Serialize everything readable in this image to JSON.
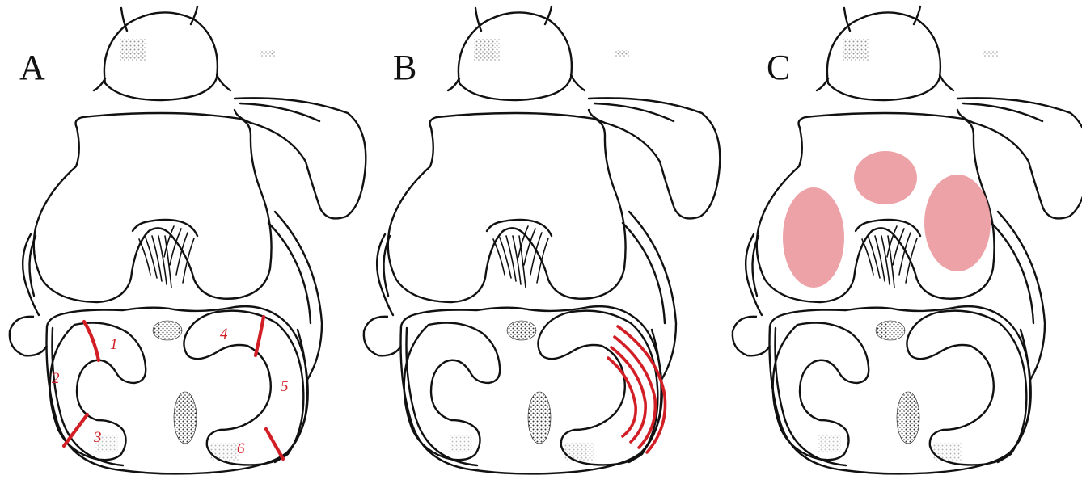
{
  "panels": [
    {
      "letter": "A",
      "zones": [
        "1",
        "2",
        "3",
        "4",
        "5",
        "6"
      ]
    },
    {
      "letter": "B"
    },
    {
      "letter": "C"
    }
  ],
  "colors": {
    "line": "#111111",
    "zone_boundary": "#d21f26",
    "contact_area": "#ec9aa0",
    "background": "#ffffff"
  }
}
